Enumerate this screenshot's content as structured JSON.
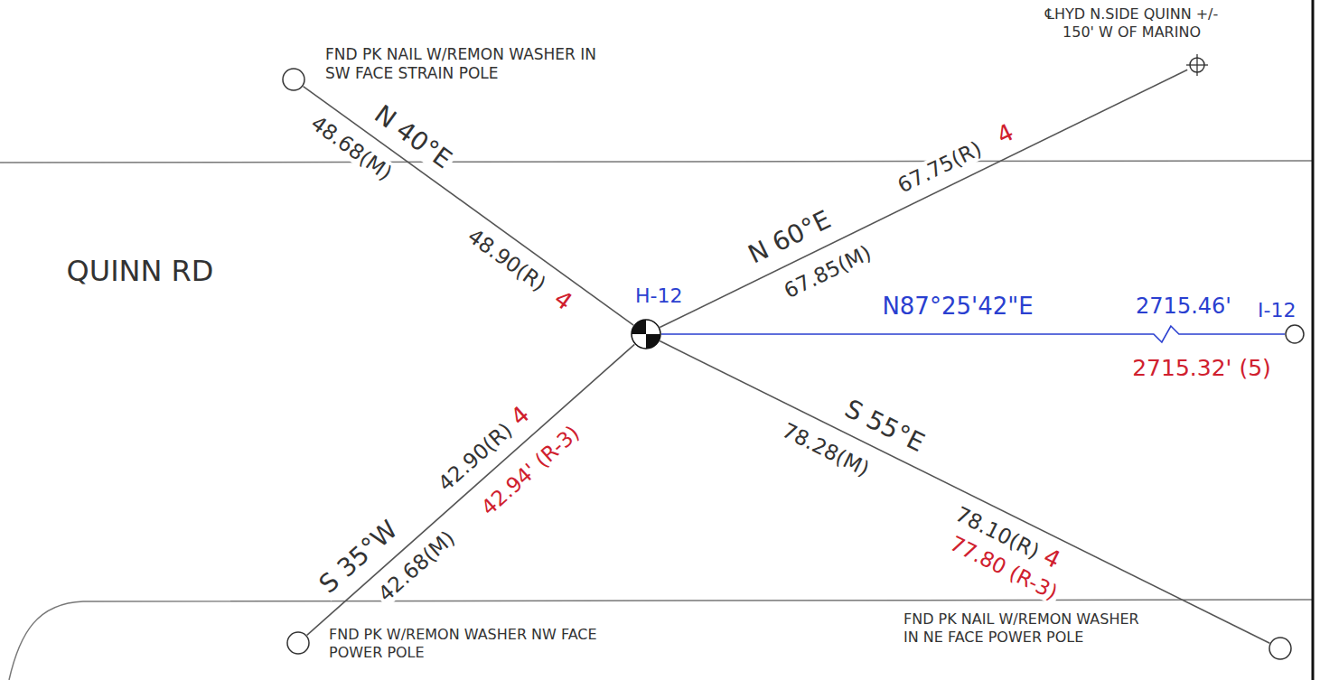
{
  "diagram": {
    "nodes": [
      {
        "text": [
          "H-12"
        ]
      },
      {
        "text": [
          "FND PK NAIL W/REMON WASHER IN SW FACE STRAIN POLE"
        ]
      },
      {
        "text": [
          "℄HYD N.SIDE QUINN +/- 150' W OF MARINO"
        ]
      },
      {
        "text": [
          "FND PK W/REMON WASHER NW FACE POWER POLE"
        ]
      },
      {
        "text": [
          "FND PK NAIL W/REMON WASHER IN NE FACE POWER POLE"
        ]
      },
      {
        "text": [
          "I-12"
        ]
      }
    ],
    "edges": [
      {
        "from": 0,
        "to": 1,
        "arrow": "none",
        "label": "N 40°E"
      },
      {
        "from": 0,
        "to": 2,
        "arrow": "none",
        "label": "N 60°E"
      },
      {
        "from": 0,
        "to": 5,
        "arrow": "none",
        "label": "N87°25'42\"E"
      },
      {
        "from": 0,
        "to": 3,
        "arrow": "none",
        "label": "S 35°W"
      },
      {
        "from": 0,
        "to": 4,
        "arrow": "none",
        "label": "S 55°E"
      }
    ],
    "labels": [
      "48.68(M)",
      "48.90(R)",
      "4",
      "67.85(M)",
      "67.75(R)",
      "4",
      "2715.46'",
      "2715.32' (5)",
      "42.68(M)",
      "42.90(R)",
      "4",
      "42.94' (R-3)",
      "78.28(M)",
      "78.10(R)",
      "4",
      "77.80 (R-3)",
      "QUINN RD"
    ]
  }
}
